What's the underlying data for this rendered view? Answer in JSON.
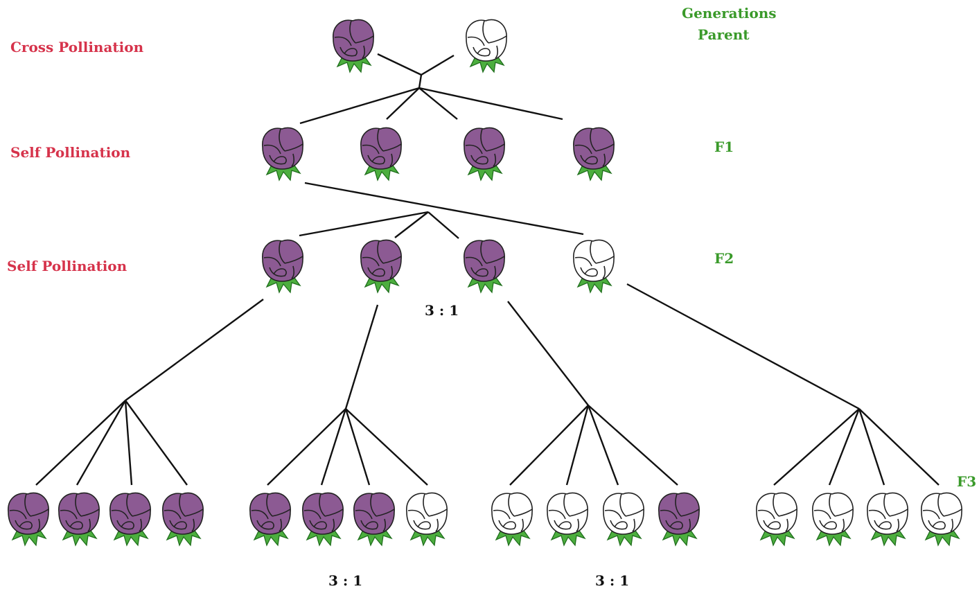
{
  "labels": {
    "cross_pollination": "Cross Pollination",
    "self_pollination_1": "Self Pollination",
    "self_pollination_2": "Self Pollination",
    "generations": "Generations",
    "parent": "Parent",
    "f1": "F1",
    "f2": "F2",
    "f3": "F3",
    "ratio_f2": "3 : 1",
    "ratio_f3_left": "3 : 1",
    "ratio_f3_right": "3 : 1"
  },
  "colors": {
    "purple_petal": "#8c5a93",
    "white_petal": "#ffffff",
    "leaf": "#4cae3e",
    "pollination_label": "#d6334b",
    "generation_label": "#3a9a2a",
    "line": "#111111"
  },
  "flowers": {
    "parent": [
      "purple",
      "white"
    ],
    "f1": [
      "purple",
      "purple",
      "purple",
      "purple"
    ],
    "f2": [
      "purple",
      "purple",
      "purple",
      "white"
    ],
    "f3": [
      "purple",
      "purple",
      "purple",
      "purple",
      "purple",
      "purple",
      "purple",
      "white",
      "white",
      "white",
      "white",
      "purple",
      "white",
      "white",
      "white",
      "white"
    ]
  }
}
